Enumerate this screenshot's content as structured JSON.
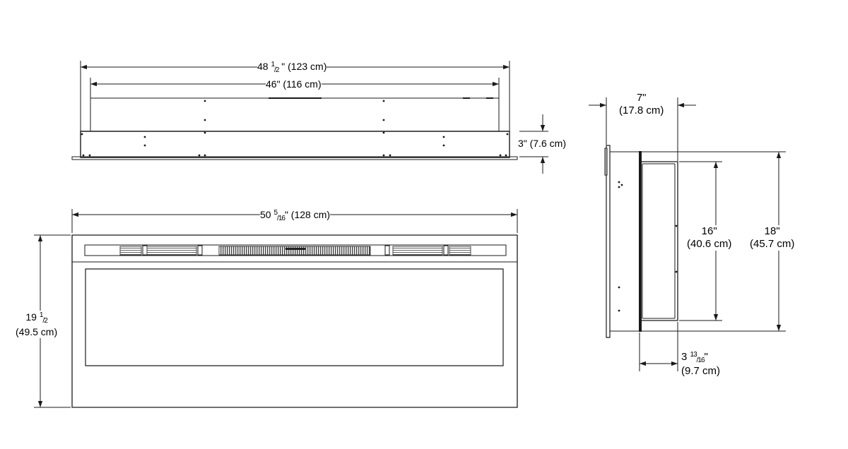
{
  "dimensions": {
    "top_overall": {
      "whole": "48",
      "frac_num": "1",
      "frac_den": "2",
      "suffix": " \" (123 cm)"
    },
    "top_inner": {
      "text": "46\" (116 cm)"
    },
    "top_depth": {
      "text": "3\" (7.6 cm)"
    },
    "front_width": {
      "whole": "50",
      "frac_num": "5",
      "frac_den": "16",
      "suffix": "\" (128 cm)"
    },
    "front_height": {
      "whole": "19",
      "frac_num": "1",
      "frac_den": "2",
      "metric": "(49.5 cm)"
    },
    "side_depth": {
      "imperial": "7\"",
      "metric": "(17.8 cm)"
    },
    "side_inner_height": {
      "imperial": "16\"",
      "metric": "(40.6 cm)"
    },
    "side_overall_height": {
      "imperial": "18\"",
      "metric": "(45.7 cm)"
    },
    "side_recess": {
      "whole": "3",
      "frac_num": "13",
      "frac_den": "16",
      "suffix": "\"",
      "metric": "(9.7 cm)"
    }
  },
  "colors": {
    "line": "#1a1a1a",
    "grille": "#555555",
    "background": "#ffffff"
  }
}
